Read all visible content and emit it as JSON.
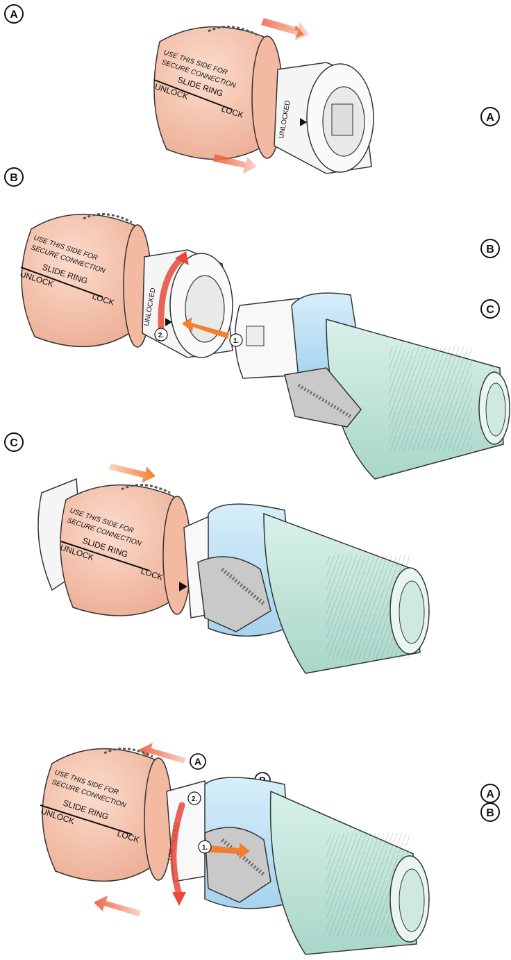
{
  "markers": {
    "a": "A",
    "b": "B",
    "c": "C"
  },
  "ring": {
    "use_side": "USE THIS SIDE FOR",
    "secure": "SECURE CONNECTION",
    "slide": "SLIDE RING",
    "unlock": "UNLOCK",
    "lock": "LOCK",
    "unlocked": "UNLOCKED"
  },
  "steps": {
    "one": "1.",
    "two": "2."
  },
  "colors": {
    "ring": "#f6c3ad",
    "ring_shade": "#e9a68b",
    "arrow": "#f07f2e",
    "arrow_red": "#e8493b",
    "blue_band": "#bfe3f6",
    "green_boot": "#c6e8df",
    "green_shade": "#a9d6ca",
    "body": "#f4f4f4",
    "grey_latch": "#bdbdbd"
  }
}
